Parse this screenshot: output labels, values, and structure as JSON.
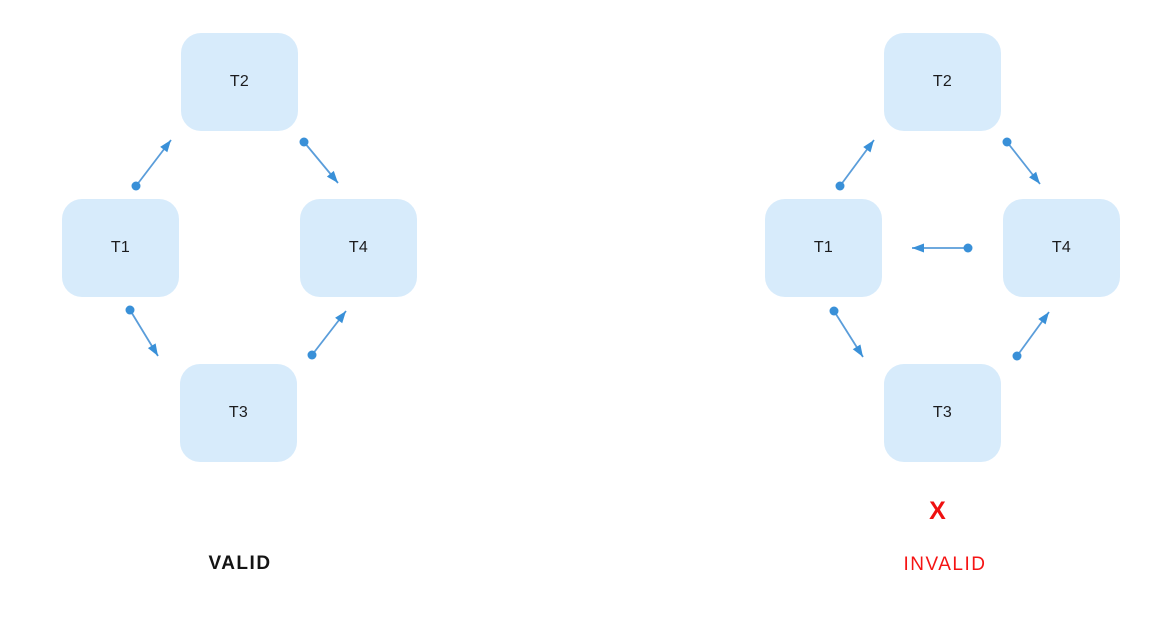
{
  "colors": {
    "node_fill": "#d7ebfb",
    "node_text": "#1c1c1e",
    "arrow_line": "#5a9dda",
    "arrow_head": "#3990d8",
    "valid_text": "#141414",
    "invalid_text": "#f51414",
    "background": "#ffffff"
  },
  "left_diagram": {
    "caption": "VALID",
    "nodes": [
      {
        "id": "T1",
        "label": "T1"
      },
      {
        "id": "T2",
        "label": "T2"
      },
      {
        "id": "T3",
        "label": "T3"
      },
      {
        "id": "T4",
        "label": "T4"
      }
    ],
    "edges": [
      {
        "from": "T1",
        "to": "T2"
      },
      {
        "from": "T2",
        "to": "T4"
      },
      {
        "from": "T1",
        "to": "T3"
      },
      {
        "from": "T3",
        "to": "T4"
      }
    ]
  },
  "right_diagram": {
    "caption": "INVALID",
    "error_mark": "X",
    "nodes": [
      {
        "id": "T1",
        "label": "T1"
      },
      {
        "id": "T2",
        "label": "T2"
      },
      {
        "id": "T3",
        "label": "T3"
      },
      {
        "id": "T4",
        "label": "T4"
      }
    ],
    "edges": [
      {
        "from": "T1",
        "to": "T2"
      },
      {
        "from": "T2",
        "to": "T4"
      },
      {
        "from": "T1",
        "to": "T3"
      },
      {
        "from": "T3",
        "to": "T4"
      },
      {
        "from": "T4",
        "to": "T1"
      }
    ]
  }
}
